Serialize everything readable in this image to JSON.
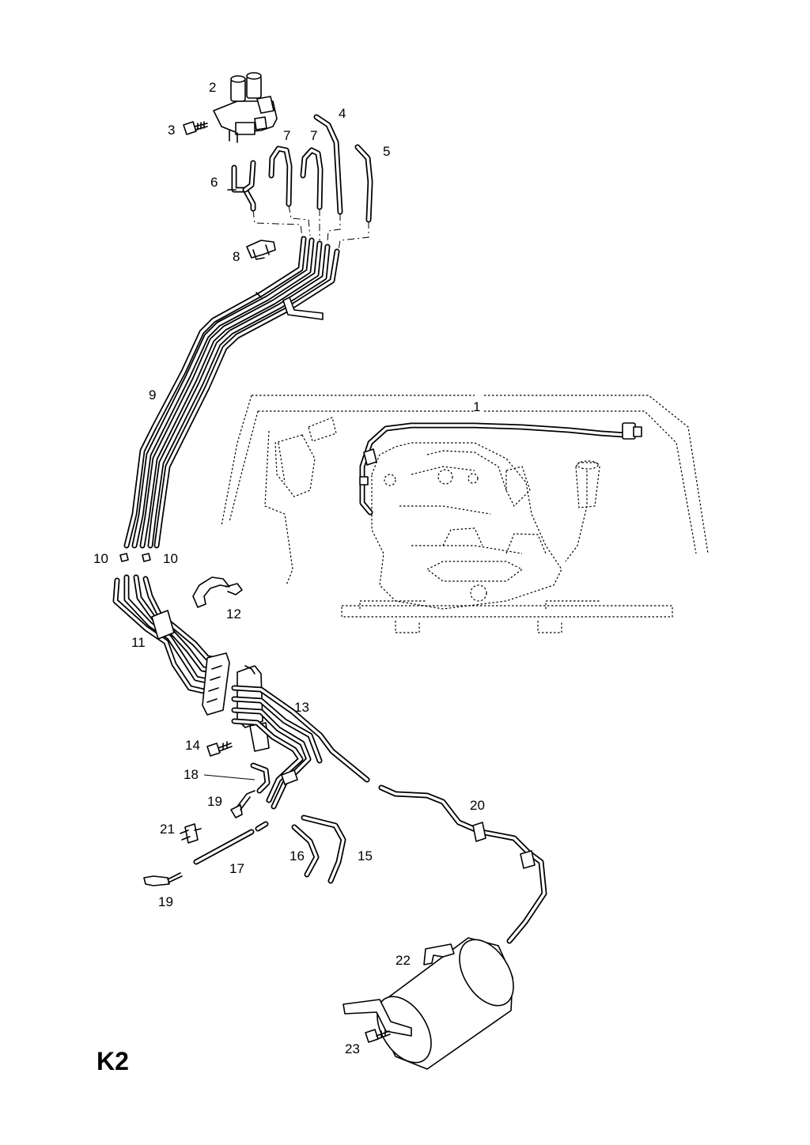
{
  "page_code": "K2",
  "callouts": [
    "1",
    "2",
    "3",
    "4",
    "5",
    "6",
    "7",
    "7",
    "8",
    "9",
    "10",
    "10",
    "11",
    "12",
    "13",
    "14",
    "15",
    "16",
    "17",
    "18",
    "19",
    "19",
    "20",
    "21",
    "22",
    "23"
  ]
}
